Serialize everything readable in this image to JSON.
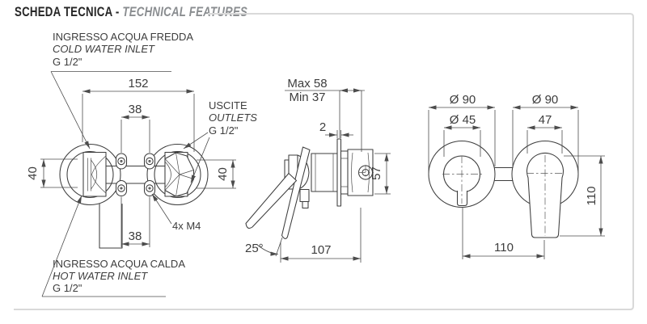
{
  "header": {
    "title_it": "SCHEDA TECNICA -",
    "title_en": "TECHNICAL FEATURES"
  },
  "front_view": {
    "cold_label": {
      "l1": "INGRESSO ACQUA FREDDA",
      "l2": "COLD WATER INLET",
      "l3": "G 1/2\""
    },
    "outlet_label": {
      "l1": "USCITE",
      "l2": "OUTLETS",
      "l3": "G 1/2\""
    },
    "hot_label": {
      "l1": "INGRESSO ACQUA CALDA",
      "l2": "HOT WATER INLET",
      "l3": "G 1/2\""
    },
    "screws_label": "4x M4",
    "dims": {
      "overall_width": "152",
      "top_spacing": "38",
      "bottom_spacing": "38",
      "left_height": "40",
      "right_height": "40"
    }
  },
  "side_view": {
    "dims": {
      "depth_max": "Max 58",
      "depth_min": "Min 37",
      "plate_thickness": "2",
      "body_height": "57",
      "lever_angle": "25°",
      "length": "107"
    }
  },
  "trim_view": {
    "dims": {
      "left_diameter": "Ø 90",
      "right_diameter": "Ø 90",
      "inner_diameter": "Ø 45",
      "handle_width": "47",
      "height": "110",
      "spacing": "110"
    }
  },
  "colors": {
    "object_line": "#3d3d3d",
    "dimension_line": "#4c4c4c",
    "frame": "#d9d9d9",
    "title": "#262626",
    "subtitle": "#8a8d90",
    "background": "#ffffff"
  }
}
